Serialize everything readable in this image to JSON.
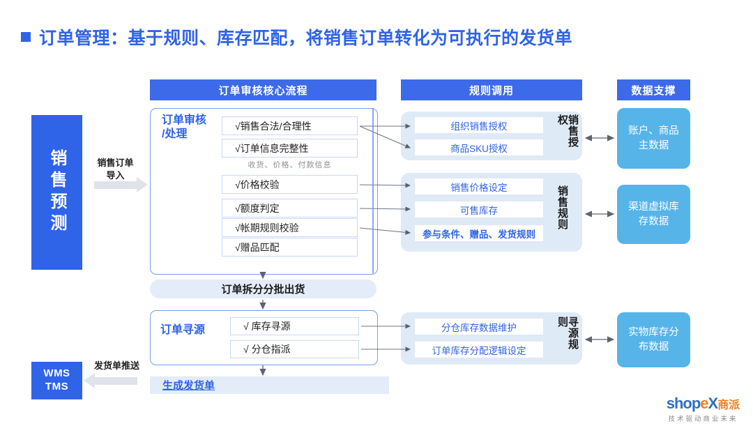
{
  "title": {
    "text": "订单管理：基于规则、库存匹配，将销售订单转化为可执行的发货单",
    "accent": "#2f63e8"
  },
  "column_headers": {
    "flow": "订单审核核心流程",
    "rules": "规则调用",
    "data": "数据支撑"
  },
  "left_flow": {
    "source_block": "销售预测",
    "target_block_line1": "WMS",
    "target_block_line2": "TMS",
    "import_caption": "销售订单\n导入",
    "push_caption": "发货单推送"
  },
  "audit_panel": {
    "label": "订单审核\n/处理",
    "items": [
      {
        "text": "√销售合法/合理性"
      },
      {
        "text": "√订单信息完整性"
      },
      {
        "text": "√价格校验"
      },
      {
        "text": "√额度判定"
      },
      {
        "text": "√帐期规则校验"
      },
      {
        "text": "√赠品匹配"
      }
    ],
    "note": "收货、价格、付款信息"
  },
  "split_bar": "订单拆分分批出货",
  "source_panel": {
    "label": "订单寻源",
    "items": [
      {
        "text": "√ 库存寻源"
      },
      {
        "text": "√ 分仓指派"
      }
    ]
  },
  "generate_bar": "生成发货单",
  "rule_groups": [
    {
      "vertical_label": "销售授权",
      "items": [
        "组织销售授权",
        "商品SKU授权"
      ]
    },
    {
      "vertical_label": "销售规则",
      "items": [
        "销售价格设定",
        "可售库存",
        "参与条件、赠品、发货规则"
      ]
    },
    {
      "vertical_label": "寻源规则",
      "items": [
        "分仓库存数据维护",
        "订单库存分配逻辑设定"
      ]
    }
  ],
  "data_blocks": [
    {
      "text": "账户、商品主数据"
    },
    {
      "text": "渠道虚拟库存数据"
    },
    {
      "text": "实物库存分布数据"
    }
  ],
  "logo": {
    "part1": "shop",
    "part2": "e",
    "part3": "X",
    "cn": "商派",
    "tagline": "技术驱动商业未来"
  },
  "colors": {
    "brand_blue": "#2f63e8",
    "header_blue": "#3d6ae8",
    "data_blue": "#56b4e9",
    "group_bg": "#dfeaf7",
    "bar_bg": "#e3ecf8",
    "logo_orange": "#ef8021"
  }
}
